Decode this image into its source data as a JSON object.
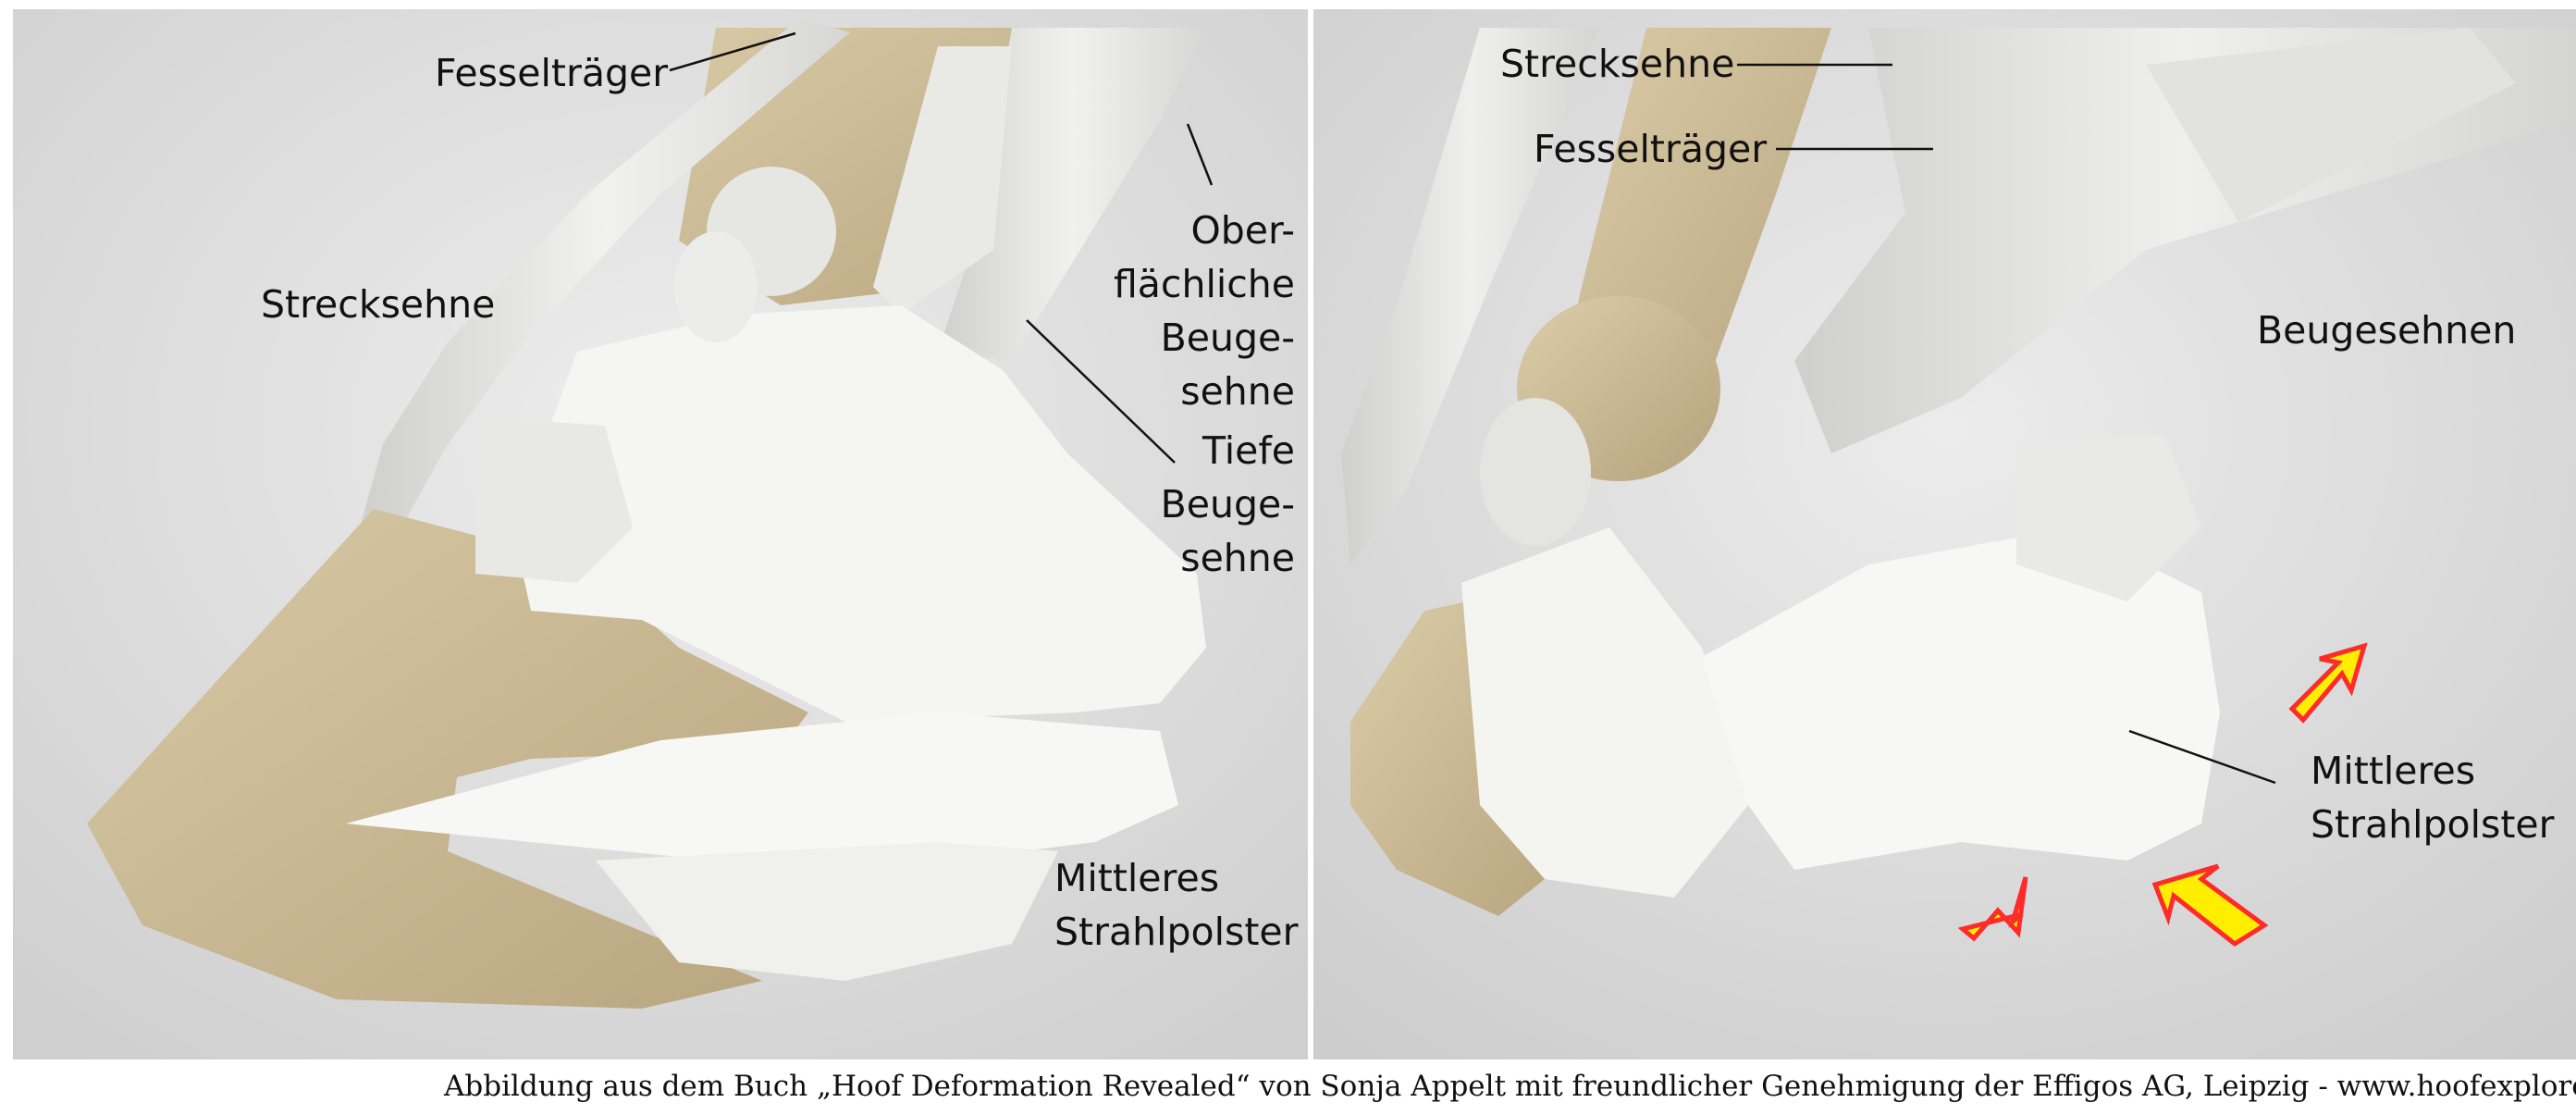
{
  "left_panel": {
    "labels": {
      "fesseltraeger": "Fesselträger",
      "strecksehne": "Strecksehne",
      "oberflaechliche": [
        "Ober-",
        "flächliche",
        "Beuge-",
        "sehne"
      ],
      "tiefe": [
        "Tiefe",
        "Beuge-",
        "sehne"
      ],
      "strahlpolster": [
        "Mittleres",
        "Strahlpolster"
      ]
    }
  },
  "right_panel": {
    "labels": {
      "strecksehne": "Strecksehne",
      "fesseltraeger": "Fesselträger",
      "beugesehnen": "Beugesehnen",
      "strahlpolster": [
        "Mittleres",
        "Strahlpolster"
      ]
    },
    "arrows": {
      "fill": "#ffee00",
      "glow": "#ff2a2a"
    }
  },
  "footer": "Abbildung aus dem Buch „Hoof Deformation Revealed“ von Sonja Appelt mit freundlicher Genehmigung der Effigos AG, Leipzig - www.hoofexplorer.com",
  "colors": {
    "bone": "#c9b894",
    "tendon": "#e4e4e1",
    "cushion": "#f4f4f1",
    "background": "#dcdcdc"
  }
}
